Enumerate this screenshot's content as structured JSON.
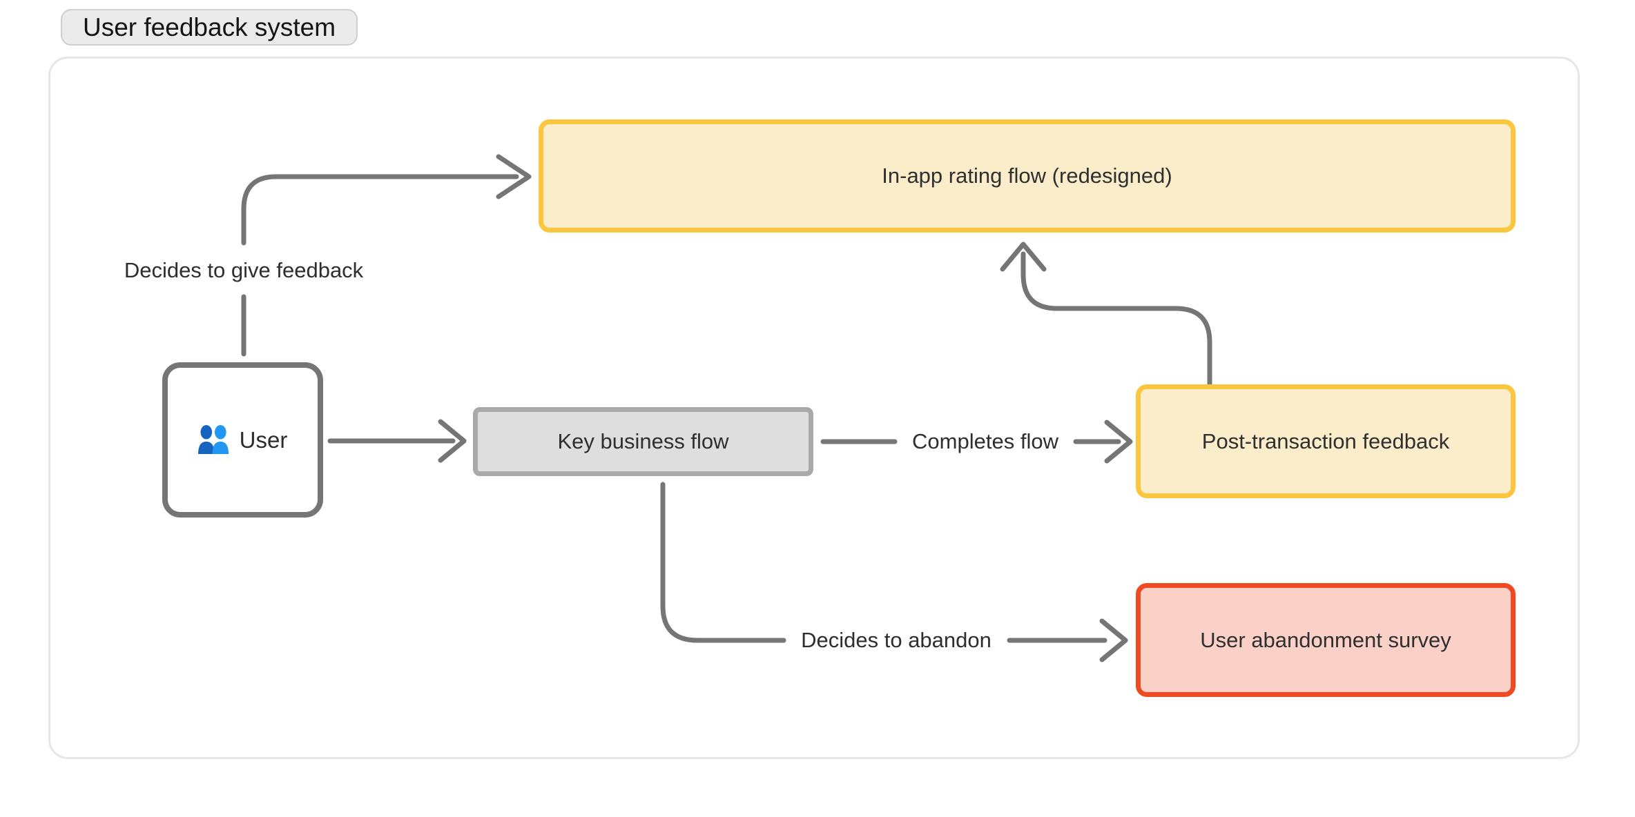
{
  "diagram": {
    "title": "User feedback system",
    "nodes": {
      "inapp_rating": {
        "label": "In-app rating flow (redesigned)"
      },
      "user": {
        "label": "User"
      },
      "key_flow": {
        "label": "Key business flow"
      },
      "post_feedback": {
        "label": "Post-transaction feedback"
      },
      "abandon_survey": {
        "label": "User abandonment survey"
      }
    },
    "edges": {
      "user_to_inapp": {
        "label": "Decides to give feedback"
      },
      "key_to_post": {
        "label": "Completes flow"
      },
      "key_to_abandon": {
        "label": "Decides to abandon"
      },
      "user_to_key": {
        "label": ""
      },
      "post_to_inapp": {
        "label": ""
      }
    },
    "icons": {
      "user_node_icon": "people-icon"
    },
    "colors": {
      "yellow_node_border": "#fbc53e",
      "yellow_node_fill": "#fbedca",
      "red_node_border": "#ee4b23",
      "red_node_fill": "#fbd1c7",
      "gray_node_border": "#a9a9a9",
      "gray_node_fill": "#dedede",
      "user_node_border": "#757575",
      "arrow": "#757575",
      "frame_border": "#e6e6e6",
      "pill_fill": "#ebebeb",
      "icon_blue_dark": "#1565c0",
      "icon_blue_light": "#2196f3"
    }
  }
}
